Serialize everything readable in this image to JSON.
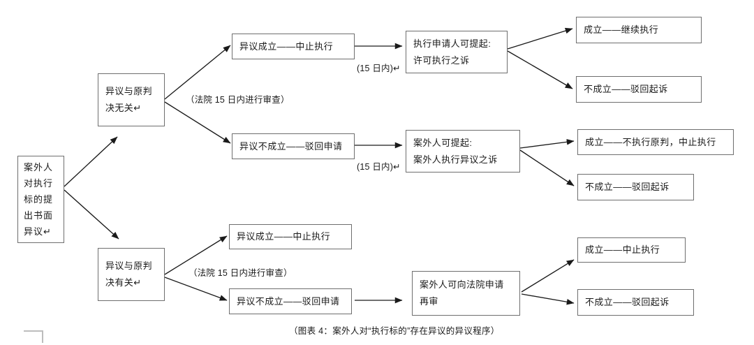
{
  "figure": {
    "caption": "（图表 4：案外人对“执行标的”存在异议的异议程序）",
    "stroke_color": "#6e6e6e",
    "arrow_color": "#1a1a1a",
    "background": "#ffffff"
  },
  "nodes": {
    "start": "案外人\n对执行\n标的提\n出书面\n异议↵",
    "branch_unrelated": "异议与原判\n决无关↵",
    "branch_related": "异议与原判\n决有关↵",
    "upper_sustained": "异议成立——中止执行",
    "upper_rejected": "异议不成立——驳回申请",
    "applicant_suit": "执行申请人可提起:\n许可执行之诉",
    "outsider_suit": "案外人可提起:\n案外人执行异议之诉",
    "result_a1": "成立——继续执行",
    "result_a2": "不成立——驳回起诉",
    "result_b1": "成立——不执行原判，中止执行",
    "result_b2": "不成立——驳回起诉",
    "lower_sustained": "异议成立——中止执行",
    "lower_rejected": "异议不成立——驳回申请",
    "retrial": "案外人可向法院申请\n再审",
    "result_c1": "成立——中止执行",
    "result_c2": "不成立——驳回起诉"
  },
  "edge_labels": {
    "review_upper": "（法院 15 日内进行审查）",
    "review_lower": "（法院 15 日内进行审查）",
    "deadline_upper": "(15 日内)↵",
    "deadline_lower": "(15 日内)↵"
  }
}
